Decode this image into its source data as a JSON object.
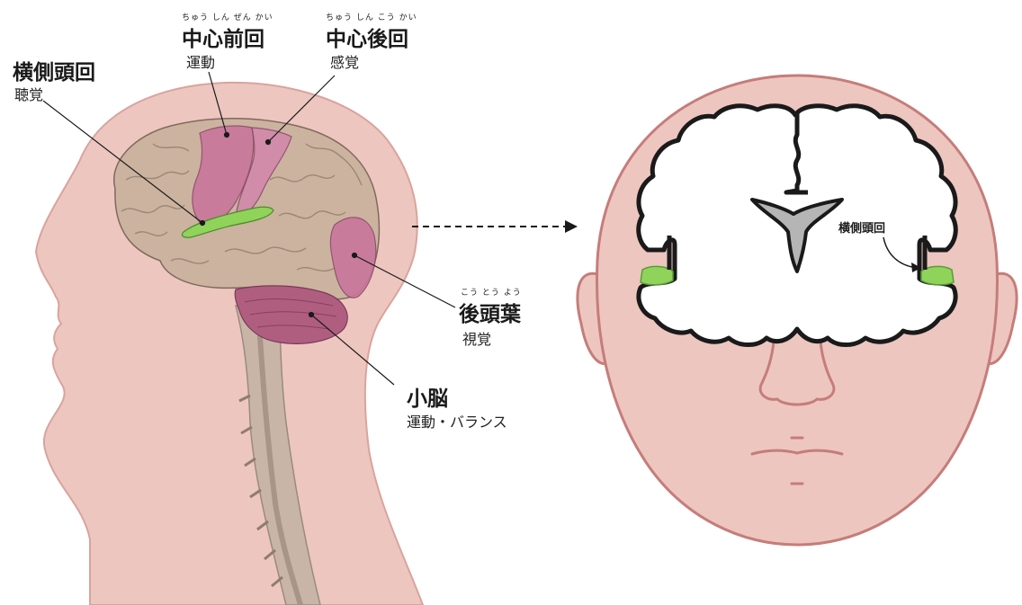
{
  "side_view": {
    "transverse": {
      "title": "横側頭回",
      "function": "聴覚"
    },
    "precentral": {
      "ruby": "ちゅう しん ぜん かい",
      "title": "中心前回",
      "function": "運動"
    },
    "postcentral": {
      "ruby": "ちゅう しん こう かい",
      "title": "中心後回",
      "function": "感覚"
    },
    "occipital": {
      "ruby": "こう とう よう",
      "title": "後頭葉",
      "function": "視覚"
    },
    "cerebellum": {
      "title": "小脳",
      "function": "運動・バランス"
    }
  },
  "front_view": {
    "label": "横側頭回"
  },
  "colors": {
    "skin": "#edc6bf",
    "skin_outline": "#d39a94",
    "brain": "#c9b19f",
    "highlight_pink": "#c9769b",
    "highlight_green": "#8fd35b",
    "cerebellum": "#b05e80",
    "spinal_cord": "#c4b2a6"
  }
}
